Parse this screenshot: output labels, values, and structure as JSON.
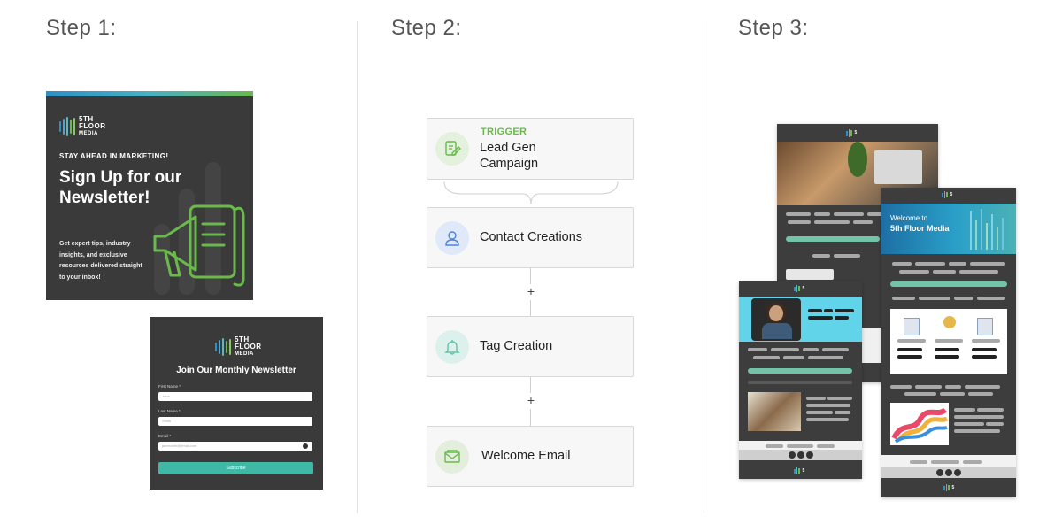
{
  "steps": {
    "step1": "Step 1:",
    "step2": "Step 2:",
    "step3": "Step 3:"
  },
  "promo": {
    "logo_top": "5TH",
    "logo_mid": "FLOOR",
    "logo_bottom": "MEDIA",
    "kicker": "STAY AHEAD IN MARKETING!",
    "title": "Sign Up for our Newsletter!",
    "body": "Get expert tips, industry insights, and exclusive resources delivered straight to your inbox!"
  },
  "signup_form": {
    "title": "Join Our Monthly Newsletter",
    "first_name_label": "First Name *",
    "first_name_placeholder": "Jane",
    "last_name_label": "Last Name *",
    "last_name_placeholder": "Smith",
    "email_label": "Email *",
    "email_placeholder": "janesmith@email.com",
    "submit_label": "Subscribe"
  },
  "workflow": {
    "trigger_tag": "TRIGGER",
    "trigger_label": "Lead Gen Campaign",
    "trigger_line1": "Lead Gen",
    "trigger_line2": "Campaign",
    "step_contact": "Contact Creations",
    "step_tag": "Tag Creation",
    "step_email": "Welcome Email",
    "plus": "+"
  },
  "emails": {
    "hero_line1": "Welcome to",
    "hero_line2": "5th Floor Media"
  },
  "colors": {
    "brand_dark": "#3a3a3a",
    "accent_teal": "#3fb8a5",
    "accent_green": "#6ab94d",
    "accent_blue": "#2e8fc8"
  }
}
